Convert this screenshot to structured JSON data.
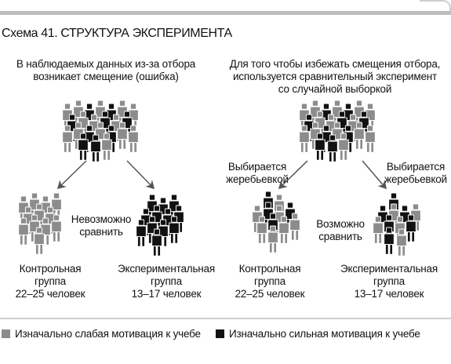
{
  "title": "Схема 41. СТРУКТУРА ЭКСПЕРИМЕНТА",
  "left": {
    "heading_line1": "В наблюдаемых данных из-за отбора",
    "heading_line2": "возникает смещение (ошибка)",
    "compare_line1": "Невозможно",
    "compare_line2": "сравнить",
    "control": {
      "line1": "Контрольная",
      "line2": "группа",
      "line3": "22–25 человек"
    },
    "experimental": {
      "line1": "Экспериментальная",
      "line2": "группа",
      "line3": "13–17 человек"
    }
  },
  "right": {
    "heading_line1": "Для того чтобы избежать смещения отбора,",
    "heading_line2": "используется сравнительный эксперимент",
    "heading_line3": "со случайной выборкой",
    "lottery_left_line1": "Выбирается",
    "lottery_left_line2": "жеребьевкой",
    "lottery_right_line1": "Выбирается",
    "lottery_right_line2": "жеребьевкой",
    "compare_line1": "Возможно",
    "compare_line2": "сравнить",
    "control": {
      "line1": "Контрольная",
      "line2": "группа",
      "line3": "22–25 человек"
    },
    "experimental": {
      "line1": "Экспериментальная",
      "line2": "группа",
      "line3": "13–17 человек"
    }
  },
  "legend": {
    "weak": {
      "label": "Изначально слабая мотивация к учебе",
      "color": "#8c8c8c"
    },
    "strong": {
      "label": "Изначально сильная мотивация к учебе",
      "color": "#111111"
    }
  },
  "colors": {
    "gray": "#8c8c8c",
    "black": "#111111",
    "arrow": "#555555"
  }
}
